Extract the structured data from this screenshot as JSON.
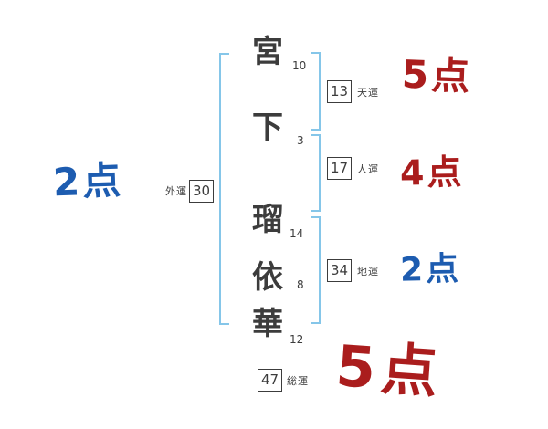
{
  "name": {
    "chars": [
      {
        "char": "宮",
        "strokes": "10"
      },
      {
        "char": "下",
        "strokes": "3"
      },
      {
        "char": "瑠",
        "strokes": "14"
      },
      {
        "char": "依",
        "strokes": "8"
      },
      {
        "char": "華",
        "strokes": "12"
      }
    ]
  },
  "fortunes": {
    "heaven": {
      "label": "天運",
      "value": "13",
      "score": "5点"
    },
    "person": {
      "label": "人運",
      "value": "17",
      "score": "4点"
    },
    "earth": {
      "label": "地運",
      "value": "34",
      "score": "2点"
    },
    "outer": {
      "label": "外運",
      "value": "30",
      "score": "2点"
    },
    "total": {
      "label": "総運",
      "value": "47",
      "score": "5点"
    }
  },
  "colors": {
    "score_red": "#aa1d1d",
    "score_blue": "#1d5cb0",
    "bracket_blue": "#85c6e9",
    "ink": "#3c3c3c"
  }
}
